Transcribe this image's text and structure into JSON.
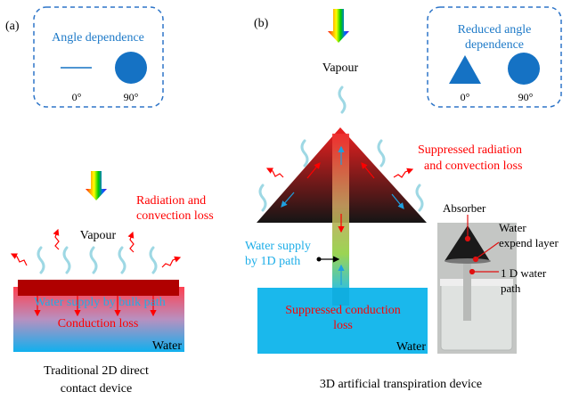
{
  "panel_a": {
    "label": "(a)",
    "box": {
      "title": "Angle dependence",
      "left_angle": "0°",
      "right_angle": "90°"
    },
    "vapour": "Vapour",
    "loss_line1": "Radiation and",
    "loss_line2": "convection loss",
    "water_supply": "Water supply by bulk  path",
    "conduction": "Conduction loss",
    "water": "Water",
    "caption_line1": "Traditional 2D direct",
    "caption_line2": "contact device"
  },
  "panel_b": {
    "label": "(b)",
    "box": {
      "title_line1": "Reduced angle",
      "title_line2": "dependence",
      "left_angle": "0°",
      "right_angle": "90°"
    },
    "vapour": "Vapour",
    "loss_line1": "Suppressed radiation",
    "loss_line2": "and convection loss",
    "supply_line1": "Water supply",
    "supply_line2": "by 1D path",
    "conduction_line1": "Suppressed conduction",
    "conduction_line2": "loss",
    "water": "Water",
    "photo_labels": {
      "absorber": "Absorber",
      "expend_line1": "Water",
      "expend_line2": "expend layer",
      "path_line1": "1 D water",
      "path_line2": "path"
    },
    "caption": "3D artificial transpiration device"
  },
  "colors": {
    "blue_shape": "#1572c4",
    "dashed_border": "#2e75c8",
    "red_text": "#ff0000",
    "blue_text": "#1eaee8",
    "water": "#1ab8ec",
    "absorber_red": "#b00000"
  }
}
